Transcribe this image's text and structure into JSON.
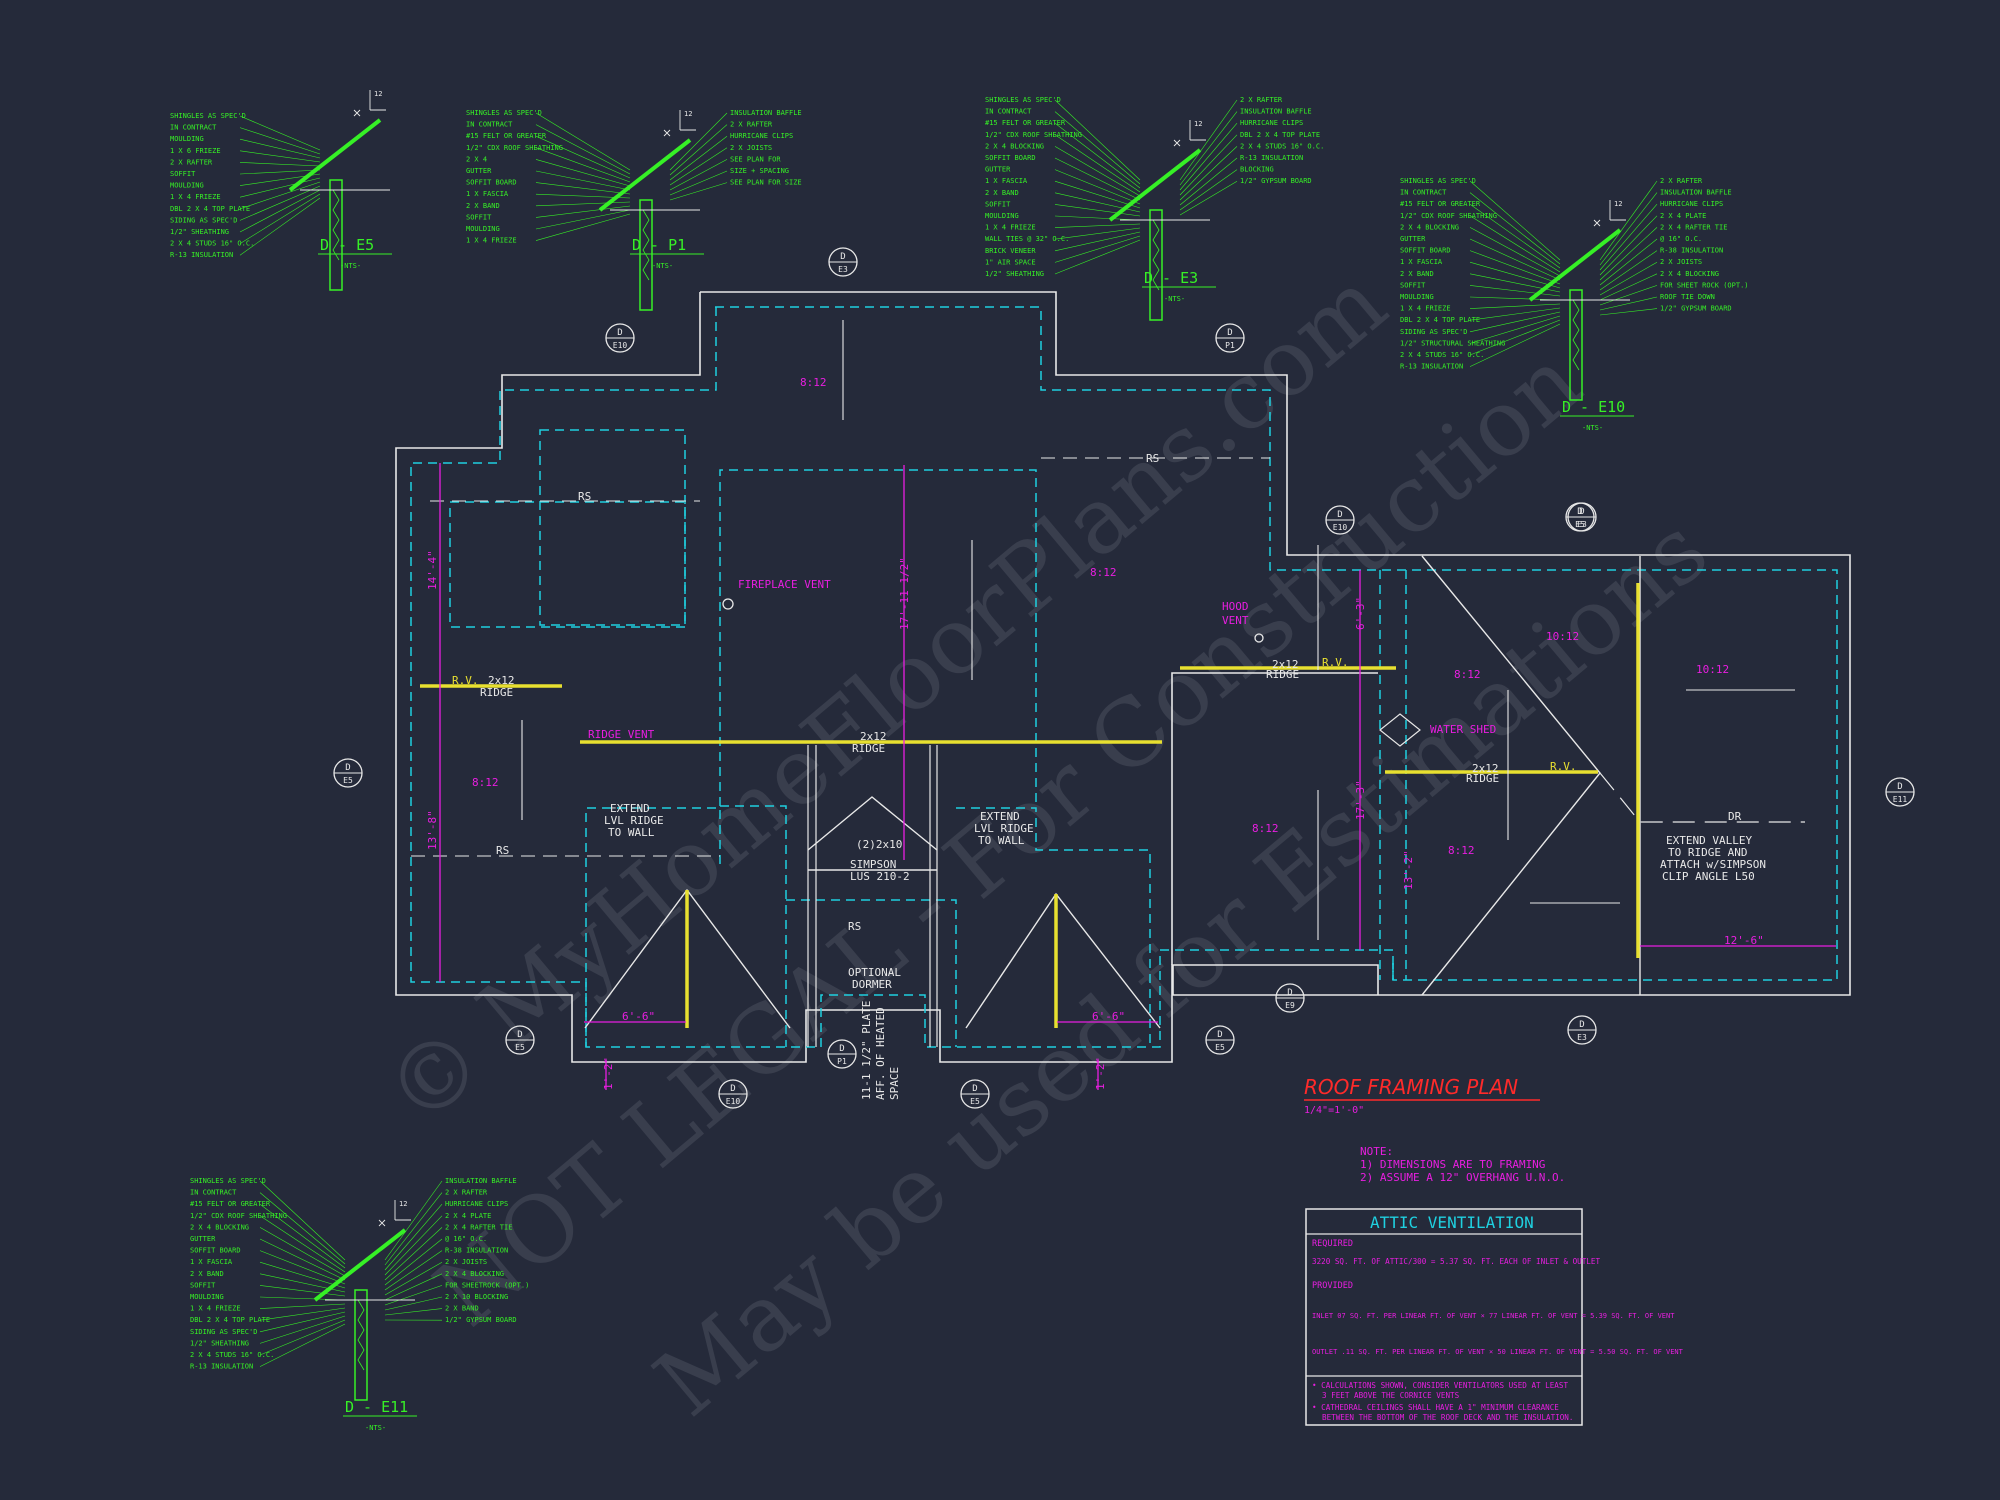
{
  "watermark": {
    "line1": "© MyHomeFloorPlans.com",
    "line2": "NOT LEGAL - For Construction",
    "line3": "May be used for Estimations"
  },
  "plan": {
    "title": "ROOF FRAMING PLAN",
    "scale": "1/4\"=1'-0\"",
    "notes": [
      "NOTE:",
      "1) DIMENSIONS ARE TO FRAMING",
      "2) ASSUME A 12\" OVERHANG U.N.O."
    ],
    "pitches": [
      "8:12",
      "8:12",
      "8:12",
      "8:12",
      "8:12",
      "10:12",
      "10:12",
      "8:12"
    ],
    "labels": {
      "fireplace_vent": "FIREPLACE VENT",
      "ridge_vent": "RIDGE VENT",
      "hood_vent": "HOOD",
      "hood_vent2": "VENT",
      "water_shed": "WATER SHED",
      "rv": "R.V.",
      "ridge_2x12": "2x12",
      "ridge": "RIDGE",
      "rs": "RS",
      "dr": "DR",
      "extend1": "EXTEND",
      "extend2": "LVL RIDGE",
      "extend3": "TO WALL",
      "simpson1": "(2)2x10",
      "simpson2": "SIMPSON",
      "simpson3": "LUS 210-2",
      "optional1": "OPTIONAL",
      "optional2": "DORMER",
      "plate1": "11-1 1/2\" PLATE",
      "plate2": "AFF. OF HEATED",
      "plate3": "SPACE",
      "valley1": "EXTEND VALLEY",
      "valley2": "TO RIDGE AND",
      "valley3": "ATTACH w/SIMPSON",
      "valley4": "CLIP ANGLE L50",
      "dim_14_4": "14'-4\"",
      "dim_13_8": "13'-8\"",
      "dim_17_11": "17'-11 1/2\"",
      "dim_6_3": "6'-3\"",
      "dim_17_3": "17'-3\"",
      "dim_13_2": "13'-2\"",
      "dim_12_6": "12'-6\"",
      "dim_6_6a": "6'-6\"",
      "dim_6_6b": "6'-6\"",
      "dim_1_2a": "1'-2\"",
      "dim_1_2b": "1'-2\""
    }
  },
  "details": [
    {
      "id": "D - E5",
      "sub": "-NTS-",
      "notes": [
        "SHINGLES AS SPEC'D",
        "IN CONTRACT",
        "MOULDING",
        "1 X 6 FRIEZE",
        "2 X RAFTER",
        "SOFFIT",
        "MOULDING",
        "1 X 4 FRIEZE",
        "DBL 2 X 4 TOP PLATE",
        "SIDING AS SPEC'D",
        "1/2\" SHEATHING",
        "2 X 4 STUDS 16\" O.C.",
        "R-13 INSULATION"
      ]
    },
    {
      "id": "D - P1",
      "sub": "-NTS-",
      "notes": [
        "SHINGLES AS SPEC'D",
        "IN CONTRACT",
        "#15 FELT OR GREATER",
        "1/2\" CDX ROOF SHEATHING",
        "2 X 4",
        "GUTTER",
        "SOFFIT BOARD",
        "1 X FASCIA",
        "2 X BAND",
        "SOFFIT",
        "MOULDING",
        "1 X 4 FRIEZE"
      ],
      "right": [
        "INSULATION BAFFLE",
        "2 X RAFTER",
        "HURRICANE CLIPS",
        "2 X JOISTS",
        "SEE PLAN FOR",
        "SIZE + SPACING",
        "SEE PLAN FOR SIZE"
      ]
    },
    {
      "id": "D - E3",
      "sub": "-NTS-",
      "notes": [
        "SHINGLES AS SPEC'D",
        "IN CONTRACT",
        "#15 FELT OR GREATER",
        "1/2\" CDX ROOF SHEATHING",
        "2 X 4 BLOCKING",
        "SOFFIT BOARD",
        "GUTTER",
        "1 X FASCIA",
        "2 X BAND",
        "SOFFIT",
        "MOULDING",
        "1 X 4 FRIEZE",
        "WALL TIES @ 32\" O.C.",
        "BRICK VENEER",
        "1\" AIR SPACE",
        "1/2\" SHEATHING"
      ],
      "right": [
        "2 X RAFTER",
        "INSULATION BAFFLE",
        "HURRICANE CLIPS",
        "DBL 2 X 4 TOP PLATE",
        "2 X 4 STUDS 16\" O.C.",
        "R-13 INSULATION",
        "BLOCKING",
        "1/2\" GYPSUM BOARD"
      ]
    },
    {
      "id": "D - E10",
      "sub": "-NTS-",
      "notes": [
        "SHINGLES AS SPEC'D",
        "IN CONTRACT",
        "#15 FELT OR GREATER",
        "1/2\" CDX ROOF SHEATHING",
        "2 X 4 BLOCKING",
        "GUTTER",
        "SOFFIT BOARD",
        "1 X FASCIA",
        "2 X BAND",
        "SOFFIT",
        "MOULDING",
        "1 X 4 FRIEZE",
        "DBL 2 X 4 TOP PLATE",
        "SIDING AS SPEC'D",
        "1/2\" STRUCTURAL SHEATHING",
        "2 X 4 STUDS 16\" O.C.",
        "R-13 INSULATION"
      ],
      "right": [
        "2 X RAFTER",
        "INSULATION BAFFLE",
        "HURRICANE CLIPS",
        "2 X 4 PLATE",
        "2 X 4 RAFTER TIE",
        "@ 16\" O.C.",
        "R-38 INSULATION",
        "2 X JOISTS",
        "2 X 4 BLOCKING",
        "FOR SHEET ROCK (OPT.)",
        "ROOF TIE DOWN",
        "1/2\" GYPSUM BOARD"
      ]
    },
    {
      "id": "D - E11",
      "sub": "-NTS-",
      "notes": [
        "SHINGLES AS SPEC'D",
        "IN CONTRACT",
        "#15 FELT OR GREATER",
        "1/2\" CDX ROOF SHEATHING",
        "2 X 4 BLOCKING",
        "GUTTER",
        "SOFFIT BOARD",
        "1 X FASCIA",
        "2 X BAND",
        "SOFFIT",
        "MOULDING",
        "1 X 4 FRIEZE",
        "DBL 2 X 4 TOP PLATE",
        "SIDING AS SPEC'D",
        "1/2\" SHEATHING",
        "2 X 4 STUDS 16\" O.C.",
        "R-13 INSULATION"
      ],
      "right": [
        "INSULATION BAFFLE",
        "2 X RAFTER",
        "HURRICANE CLIPS",
        "2 X 4 PLATE",
        "2 X 4 RAFTER TIE",
        "@ 16\" O.C.",
        "R-38 INSULATION",
        "2 X JOISTS",
        "2 X 4 BLOCKING",
        "FOR SHEETROCK (OPT.)",
        "2 X 10 BLOCKING",
        "2 X BAND",
        "1/2\" GYPSUM BOARD"
      ]
    }
  ],
  "callouts": [
    "D E3",
    "D E10",
    "D P1",
    "D E10",
    "D E3",
    "D E5",
    "D E11",
    "D E5",
    "D E5",
    "D E10",
    "D P1",
    "D E5",
    "D E9",
    "D E3",
    "D E5"
  ],
  "attic": {
    "title": "ATTIC VENTILATION",
    "required_label": "REQUIRED",
    "required_line": "3220 SQ. FT. OF ATTIC/300 = 5.37 SQ. FT. EACH OF INLET & OUTLET",
    "provided_label": "PROVIDED",
    "inlet_line": "INLET 07 SQ. FT. PER LINEAR FT. OF VENT × 77 LINEAR FT. OF VENT = 5.39 SQ. FT. OF VENT",
    "outlet_line": "OUTLET .11 SQ. FT. PER LINEAR FT. OF VENT × 50 LINEAR FT. OF VENT = 5.50 SQ. FT. OF VENT",
    "note1": "• CALCULATIONS SHOWN, CONSIDER VENTILATORS USED AT LEAST",
    "note1b": "3 FEET ABOVE THE CORNICE VENTS",
    "note2": "• CATHEDRAL CEILINGS SHALL HAVE A 1\" MINIMUM CLEARANCE",
    "note2b": "BETWEEN THE BOTTOM OF THE ROOF DECK AND THE INSULATION."
  },
  "colors": {
    "bg": "#252a3a",
    "green": "#36f026",
    "cyan": "#1fd0e0",
    "magenta": "#e81ee0",
    "yellow": "#e8e030",
    "red": "#ff2a2a",
    "white": "#e8e8e8"
  }
}
